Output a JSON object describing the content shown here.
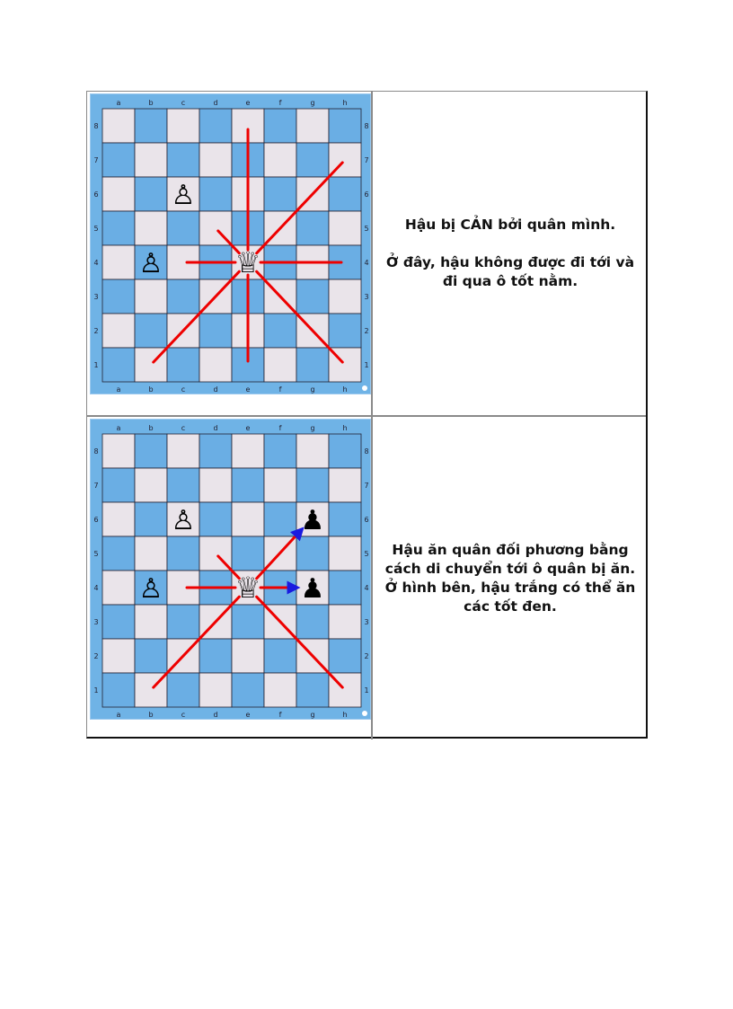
{
  "files": [
    "a",
    "b",
    "c",
    "d",
    "e",
    "f",
    "g",
    "h"
  ],
  "ranks": [
    "8",
    "7",
    "6",
    "5",
    "4",
    "3",
    "2",
    "1"
  ],
  "colors": {
    "light_square": "#eae4ea",
    "dark_square": "#6aaee4",
    "frame": "#6fb3e6",
    "arrow_red": "#ee0000",
    "arrow_blue": "#1a1ae0"
  },
  "rows": [
    {
      "board": {
        "pieces": [
          {
            "type": "pawn",
            "color": "white",
            "square": "c6",
            "glyph": "♙"
          },
          {
            "type": "pawn",
            "color": "white",
            "square": "b4",
            "glyph": "♙"
          },
          {
            "type": "queen",
            "color": "white",
            "square": "e4",
            "glyph": "♕"
          }
        ],
        "lines": [
          {
            "from": "e4",
            "to": "e8",
            "color": "red"
          },
          {
            "from": "e4",
            "to": "h7",
            "color": "red"
          },
          {
            "from": "e4",
            "to": "d5",
            "color": "red"
          },
          {
            "from": "e4",
            "to": "c4",
            "color": "red"
          },
          {
            "from": "e4",
            "to": "h4",
            "color": "red"
          },
          {
            "from": "e4",
            "to": "b1",
            "color": "red"
          },
          {
            "from": "e4",
            "to": "e1",
            "color": "red"
          },
          {
            "from": "e4",
            "to": "h1",
            "color": "red"
          }
        ]
      },
      "caption": {
        "line1": "Hậu bị CẢN bởi quân mình.",
        "line2": "Ở đây, hậu không được đi tới và đi qua ô tốt nằm."
      }
    },
    {
      "board": {
        "pieces": [
          {
            "type": "pawn",
            "color": "white",
            "square": "c6",
            "glyph": "♙"
          },
          {
            "type": "pawn",
            "color": "white",
            "square": "b4",
            "glyph": "♙"
          },
          {
            "type": "queen",
            "color": "white",
            "square": "e4",
            "glyph": "♕"
          },
          {
            "type": "pawn",
            "color": "black",
            "square": "g6",
            "glyph": "♟"
          },
          {
            "type": "pawn",
            "color": "black",
            "square": "g4",
            "glyph": "♟"
          }
        ],
        "lines": [
          {
            "from": "e4",
            "to": "d5",
            "color": "red"
          },
          {
            "from": "e4",
            "to": "c4",
            "color": "red"
          },
          {
            "from": "e4",
            "to": "b1",
            "color": "red"
          },
          {
            "from": "e4",
            "to": "h1",
            "color": "red"
          },
          {
            "from": "e4",
            "to": "g6",
            "color": "blue-arrow"
          },
          {
            "from": "e4",
            "to": "g4",
            "color": "blue-arrow"
          }
        ]
      },
      "caption": {
        "line1": "Hậu ăn quân đối phương bằng cách di chuyển tới ô quân bị ăn. Ở hình bên, hậu trắng có thể ăn các tốt đen."
      }
    }
  ]
}
